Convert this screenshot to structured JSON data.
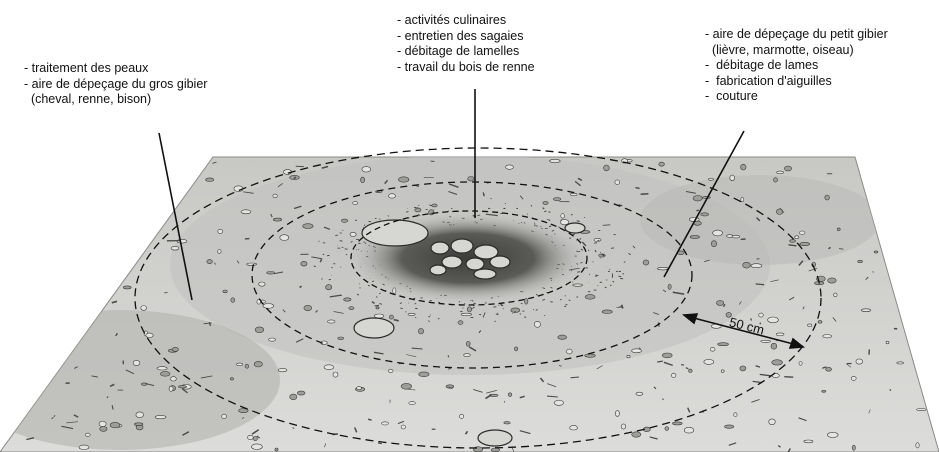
{
  "zones": {
    "outer_left": {
      "lines": [
        "- traitement des peaux",
        "- aire de dépeçage du gros gibier",
        "  (cheval, renne, bison)"
      ]
    },
    "center": {
      "lines": [
        "- activités culinaires",
        "- entretien des sagaies",
        "- débitage de lamelles",
        "- travail du bois de renne"
      ]
    },
    "outer_right": {
      "lines": [
        "- aire de dépeçage du petit gibier",
        "  (lièvre, marmotte, oiseau)",
        "-  débitage de lames",
        "-  fabrication d'aiguilles",
        "-  couture"
      ]
    }
  },
  "scale": {
    "label": "50 cm"
  },
  "colors": {
    "ground": "#d4d4d2",
    "ground_dark": "#b9b9b6",
    "hearth": "#4a4a48",
    "ink": "#111111"
  }
}
